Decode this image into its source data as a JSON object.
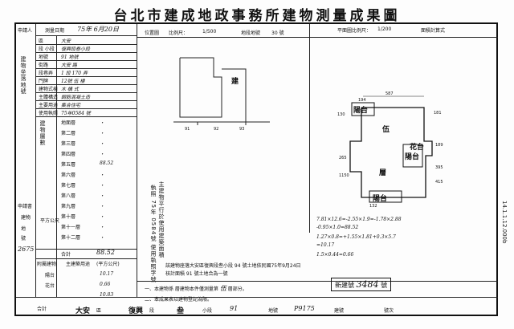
{
  "header": {
    "title": "台北市建成地政事務所建物測量成果圖"
  },
  "top_row": {
    "applicant_label": "申請人",
    "measure_date_label": "測量日期",
    "measure_date_value": "75年 6月20日",
    "location_label": "位置圖",
    "scale_left_label": "比例尺：",
    "scale_left_value": "1/500",
    "parcel_label": "地段地號",
    "parcel_value": "30 號",
    "floorplan_label": "平面圖比例尺：",
    "floorplan_value": "1/200",
    "right_note": "面積計算式"
  },
  "left_table": {
    "side_header": "建物坐落地號",
    "rows": [
      {
        "label": "區",
        "value": "大安"
      },
      {
        "label": "段 小段",
        "value": "復興段叁小段"
      },
      {
        "label": "地號",
        "value": "91 地號"
      },
      {
        "label": "街路",
        "value": "大安 路"
      },
      {
        "label": "段巷弄",
        "value": "1 段 170 弄"
      },
      {
        "label": "門牌",
        "value": "12號 伍 樓"
      },
      {
        "label": "建物式樣",
        "value": "木 構 式"
      },
      {
        "label": "主體構造",
        "value": "鋼筋混凝土造"
      },
      {
        "label": "主要用途",
        "value": "集合住宅"
      },
      {
        "label": "使用執照",
        "value": "75年0584 號"
      }
    ],
    "floors_label": "建物層數",
    "floors": [
      {
        "label": "地面層",
        "value": "・"
      },
      {
        "label": "第二層",
        "value": "・"
      },
      {
        "label": "第三層",
        "value": "・"
      },
      {
        "label": "第四層",
        "value": "・"
      },
      {
        "label": "第五層",
        "value": "88.52"
      },
      {
        "label": "第六層",
        "value": "・"
      },
      {
        "label": "第七層",
        "value": "・"
      },
      {
        "label": "第八層",
        "value": "・"
      },
      {
        "label": "第九層",
        "value": "・"
      },
      {
        "label": "第十層",
        "value": "・"
      },
      {
        "label": "第十一層",
        "value": "・"
      },
      {
        "label": "第十二層",
        "value": "・"
      }
    ],
    "unit_label": "平方公尺",
    "total_label": "合計",
    "total_value": "88.52",
    "annex_label": "附屬建物",
    "annex_col1": "主建築用途",
    "annex_col2": "(平方公尺)",
    "annex_rows": [
      {
        "label": "陽台",
        "value": "10.17"
      },
      {
        "label": "花台",
        "value": "0.66"
      },
      {
        "label": "",
        "value": "10.83"
      }
    ],
    "annex_total_label": "合計",
    "side_notes": [
      "申請書",
      "建物",
      "地",
      "號",
      "2675"
    ]
  },
  "middle_notes": {
    "vertical_left": "執照 75年 0584號 使用執照字號",
    "vertical_right": "主建物平行於使用建築面積",
    "license_line": "該建物座落大安區復興段叁小段 94 號土地依民國75年9月24日",
    "license_line2": "核計面積 91 號土地合為一號",
    "note1": "一、本建物係 ",
    "note1_b": "層建物本件僅測量第",
    "note1_c": "伍",
    "note1_d": "層部分。",
    "note2": "二、本成果表以建物登記為限。"
  },
  "location_map": {
    "label_building": "建"
  },
  "floorplan": {
    "label_main": "伍",
    "label_floor": "層",
    "balcony1": "陽台",
    "balcony2": "陽台",
    "balcony3": "陽台",
    "flower": "花台",
    "dim_top": "587",
    "dim_a": "194",
    "dim_b": "130",
    "dim_c": "181",
    "dim_d": "189",
    "dim_e": "395",
    "dim_f": "415",
    "dim_g": "265",
    "dim_h": "1150",
    "dim_i": "132"
  },
  "calc": {
    "line1": "7.81×12.6=-2.55×1.9=-1.78×2.88",
    "line2": "-0.95×1.0=88.52",
    "line3": "1.27×0.8=+1.55×1.81+0.3×5.7",
    "line4": "=10.17",
    "line5": "1.5×0.44=0.66"
  },
  "stamp": {
    "label": "新建號",
    "value": "3484",
    "suffix": "號"
  },
  "footer": {
    "district": "大安",
    "district_suffix": "區",
    "section": "復興",
    "section_suffix": "段",
    "sub": "叁",
    "sub_suffix": "小段",
    "lot": "91",
    "lot_suffix": "地號",
    "building_no": "P9175",
    "building_suffix": "建號",
    "batch_label": "號次",
    "edge_code": "14.1.1.12.000b"
  }
}
